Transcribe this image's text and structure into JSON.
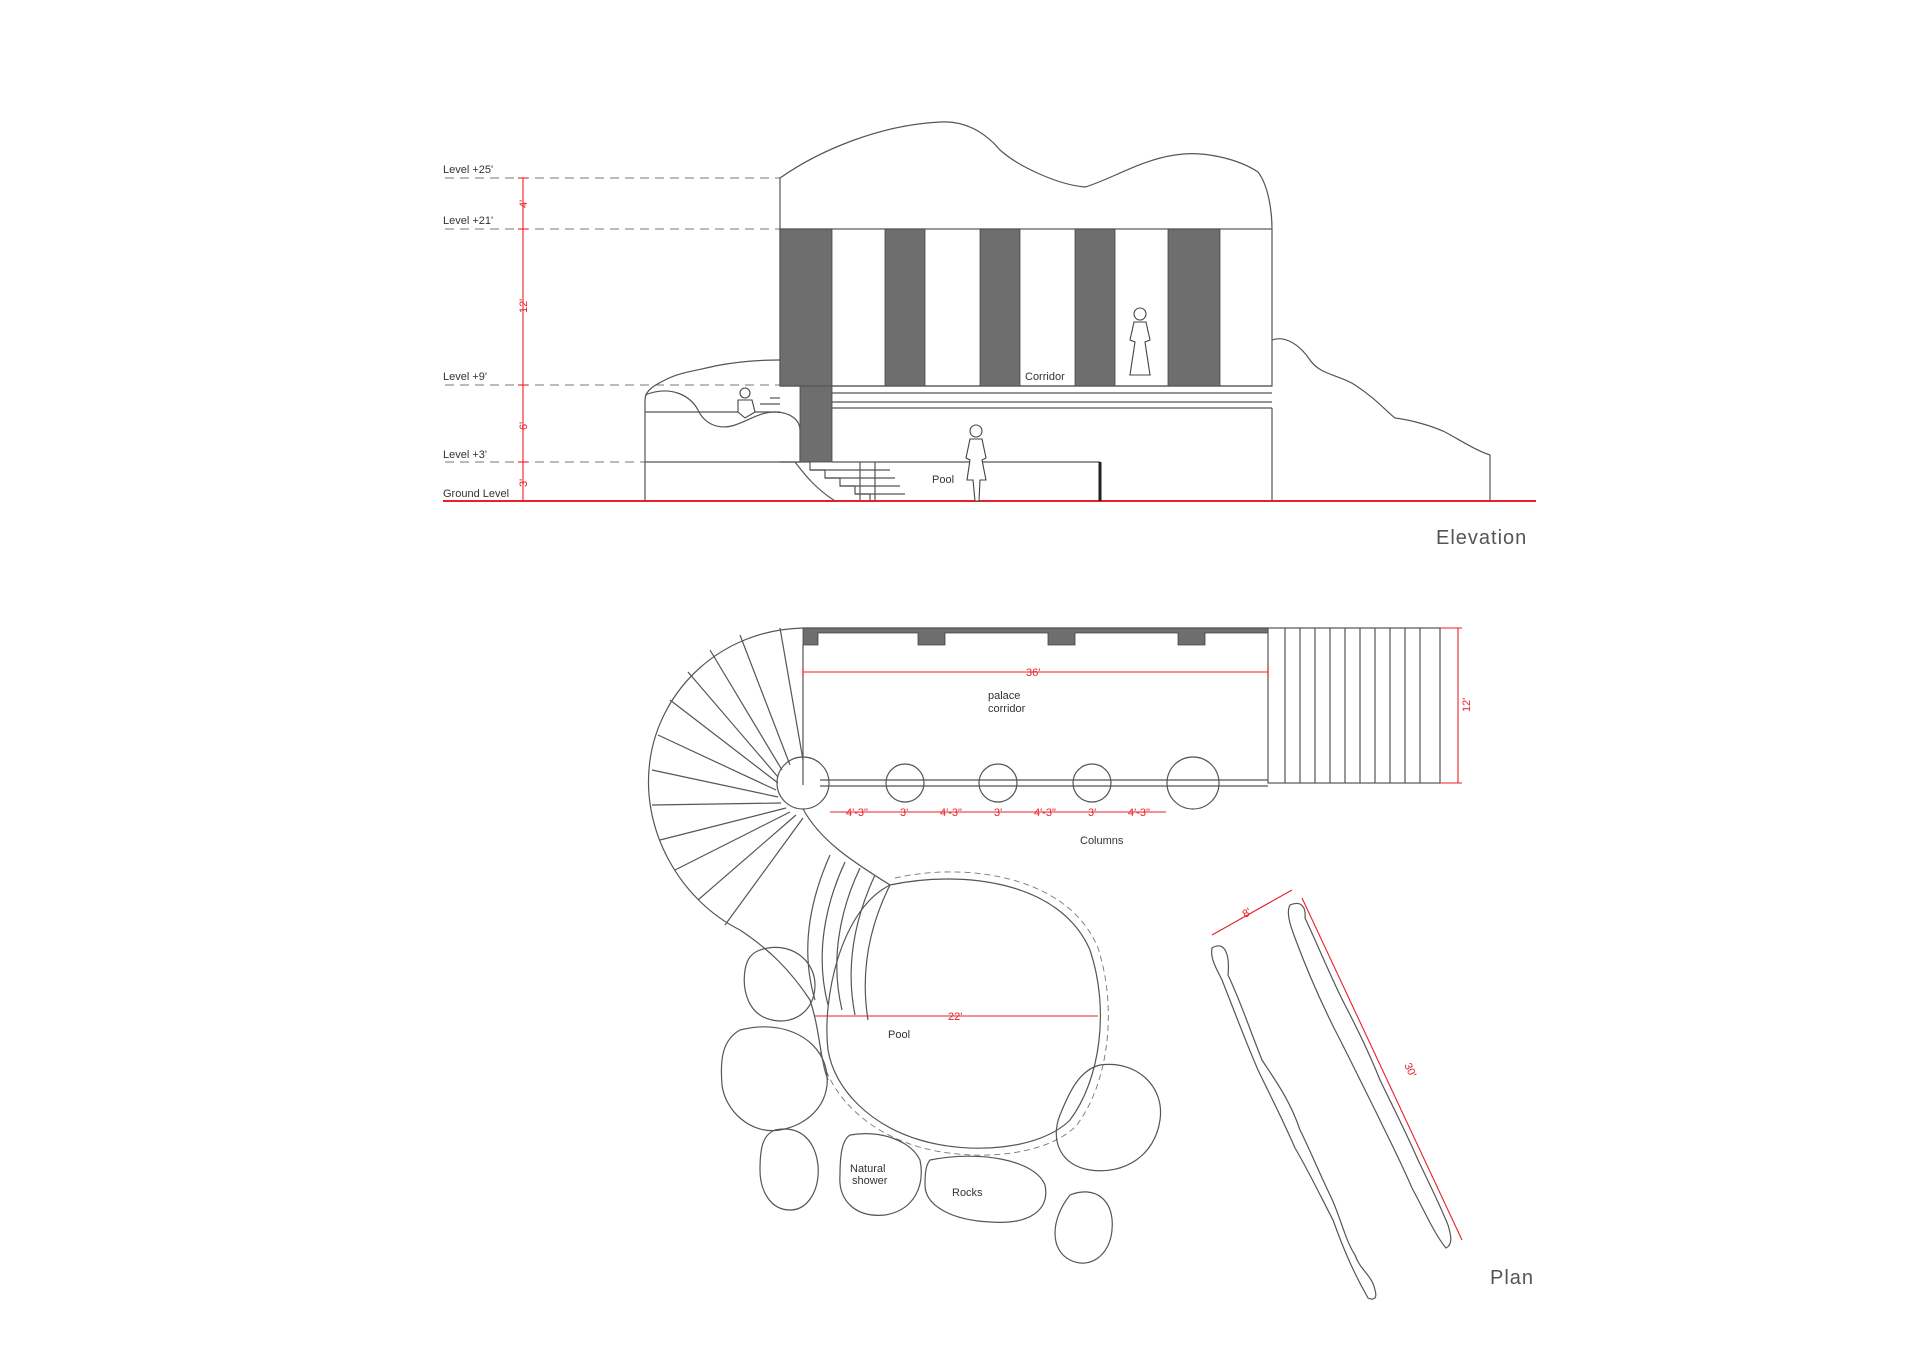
{
  "elevation": {
    "title": "Elevation",
    "levels": [
      "Level +25'",
      "Level +21'",
      "Level +9'",
      "Level +3'",
      "Ground Level"
    ],
    "heights": [
      "4'",
      "12'",
      "6'",
      "3'"
    ],
    "corridor_label": "Corridor",
    "pool_label": "Pool"
  },
  "plan": {
    "title": "Plan",
    "corridor_label_line1": "palace",
    "corridor_label_line2": "corridor",
    "columns_label": "Columns",
    "pool_label": "Pool",
    "shower_label_line1": "Natural",
    "shower_label_line2": "shower",
    "rocks_label": "Rocks",
    "dim_corridor_length": "36'",
    "dim_corridor_width": "12'",
    "dim_pool": "22'",
    "dim_wall_width": "8'",
    "dim_wall_length": "30'",
    "column_spacing": [
      "4'-3\"",
      "3'",
      "4'-3\"",
      "3'",
      "4'-3\"",
      "3'",
      "4'-3\""
    ]
  },
  "colors": {
    "dimension": "#e8202a",
    "line": "#555555",
    "fill_dark": "#6e6e6e"
  }
}
